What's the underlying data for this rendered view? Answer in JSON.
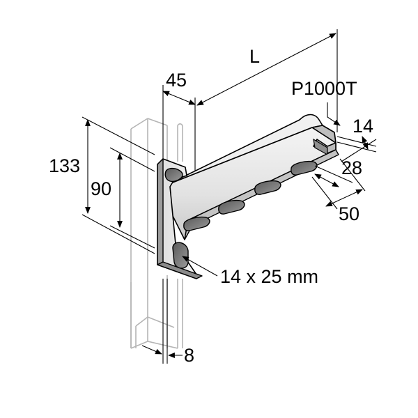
{
  "diagram": {
    "labels": {
      "length": "L",
      "width_45": "45",
      "part_number": "P1000T",
      "dim_14": "14",
      "dim_28": "28",
      "dim_50": "50",
      "height_133": "133",
      "height_90": "90",
      "slot_size": "14 x 25 mm",
      "thickness_8": "8"
    },
    "colors": {
      "outline": "#000000",
      "channel_line": "#b4b4b4",
      "metal_light": "#f2f2f2",
      "metal_mid": "#d9d9d9",
      "metal_dark": "#a8a8a8",
      "slot_fill": "#7a7a7a"
    }
  }
}
